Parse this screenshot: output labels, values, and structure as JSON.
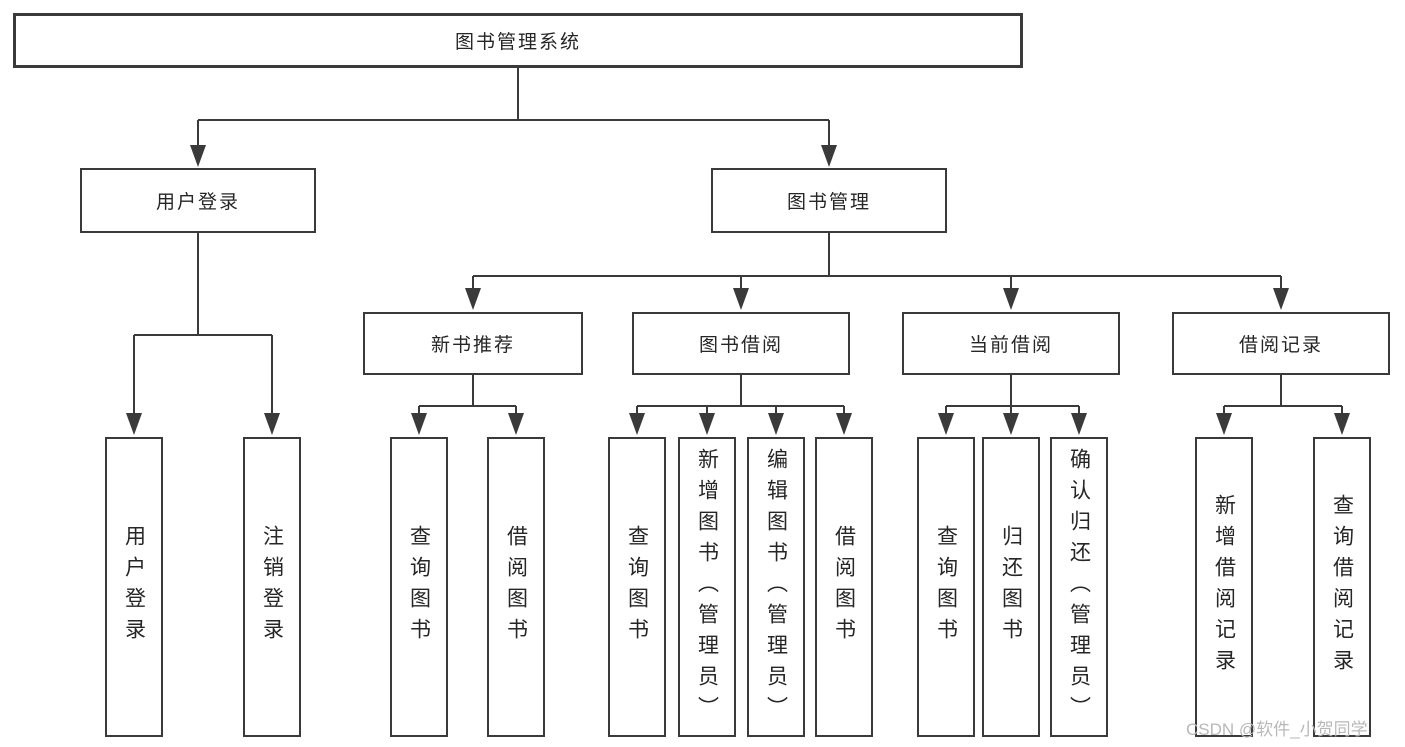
{
  "diagram": {
    "root": "图书管理系统",
    "level2": [
      "用户登录",
      "图书管理"
    ],
    "level3": [
      "新书推荐",
      "图书借阅",
      "当前借阅",
      "借阅记录"
    ],
    "leaf_groups": [
      [
        "用户登录",
        "注销登录"
      ],
      [
        "查询图书",
        "借阅图书"
      ],
      [
        "查询图书",
        "新增图书（管理员）",
        "编辑图书（管理员）",
        "借阅图书"
      ],
      [
        "查询图书",
        "归还图书",
        "确认归还（管理员）"
      ],
      [
        "新增借阅记录",
        "查询借阅记录"
      ]
    ]
  },
  "watermark": {
    "text": "CSDN @软件_小贺同学"
  },
  "colors": {
    "line": "#3a3a3a",
    "text": "#262626",
    "node_border": "#3a3a3a",
    "background": "#ffffff",
    "watermark": "#b8b8b8"
  }
}
